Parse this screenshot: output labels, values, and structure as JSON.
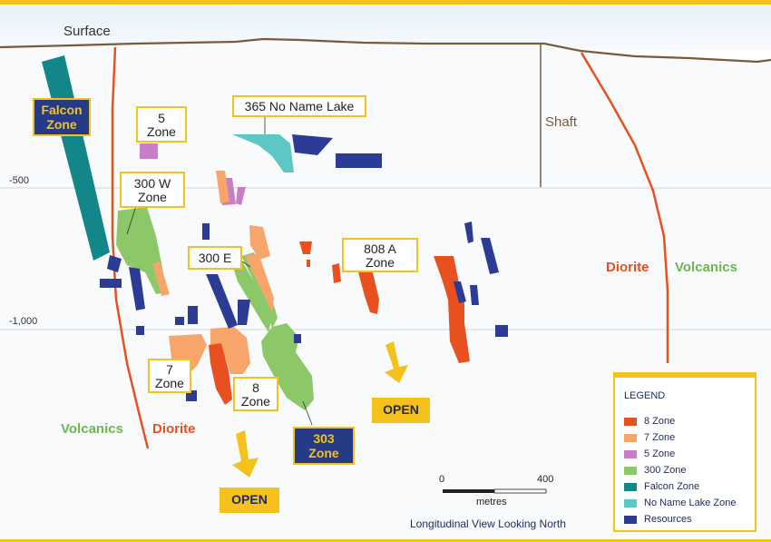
{
  "labels": {
    "surface": "Surface",
    "shaft": "Shaft",
    "depth_500": "-500",
    "depth_1000": "-1,000",
    "diorite_right": "Diorite",
    "volcanics_right": "Volcanics",
    "volcanics_left": "Volcanics",
    "diorite_left": "Diorite",
    "caption": "Longitudinal View Looking North"
  },
  "zones": {
    "falcon": [
      "Falcon",
      "Zone"
    ],
    "five": [
      "5",
      "Zone"
    ],
    "no_name_lake": "365 No Name Lake",
    "w300": [
      "300 W",
      "Zone"
    ],
    "e300": "300 E",
    "a808": [
      "808 A",
      "Zone"
    ],
    "seven": [
      "7",
      "Zone"
    ],
    "eight": [
      "8",
      "Zone"
    ],
    "z303": [
      "303",
      "Zone"
    ]
  },
  "open_labels": [
    "OPEN",
    "OPEN"
  ],
  "scale": {
    "start": "0",
    "end": "400",
    "unit": "metres"
  },
  "legend": {
    "title": "LEGEND",
    "items": [
      {
        "label": "8 Zone",
        "color": "#e8501f"
      },
      {
        "label": "7 Zone",
        "color": "#f7a56a"
      },
      {
        "label": "5 Zone",
        "color": "#c77ec6"
      },
      {
        "label": "300 Zone",
        "color": "#8cc868"
      },
      {
        "label": "Falcon Zone",
        "color": "#13868a"
      },
      {
        "label": "No Name Lake Zone",
        "color": "#5cc7c4"
      },
      {
        "label": "Resources",
        "color": "#2c3c94"
      }
    ]
  },
  "colors": {
    "border_yellow": "#f5c21b",
    "surface_brown": "#7a5a3c",
    "diorite_red": "#e8501f",
    "volcanics_green": "#6cb850",
    "navy": "#273a86"
  }
}
